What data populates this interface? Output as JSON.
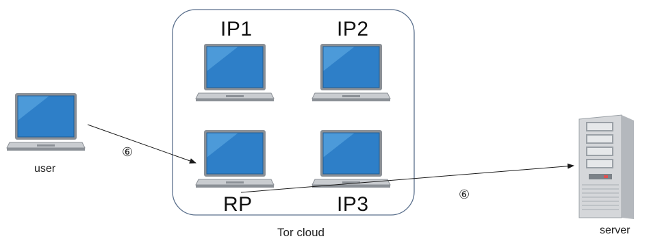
{
  "nodes": {
    "user": {
      "label": "user"
    },
    "ip1": {
      "label": "IP1"
    },
    "ip2": {
      "label": "IP2"
    },
    "rp": {
      "label": "RP"
    },
    "ip3": {
      "label": "IP3"
    },
    "server": {
      "label": "server"
    }
  },
  "cloud": {
    "label": "Tor cloud"
  },
  "edges": [
    {
      "from": "user",
      "to": "rp",
      "label": "⑥"
    },
    {
      "from": "rp",
      "to": "server",
      "label": "⑥"
    }
  ],
  "colors": {
    "cloud_border": "#5a6f8c",
    "screen": "#2e7fc8",
    "screen_highlight": "#7bc0ee",
    "laptop_body": "#c9ccd0",
    "laptop_dark": "#8b9096",
    "server_body": "#d5d7da",
    "arrow": "#1a1a1a"
  }
}
